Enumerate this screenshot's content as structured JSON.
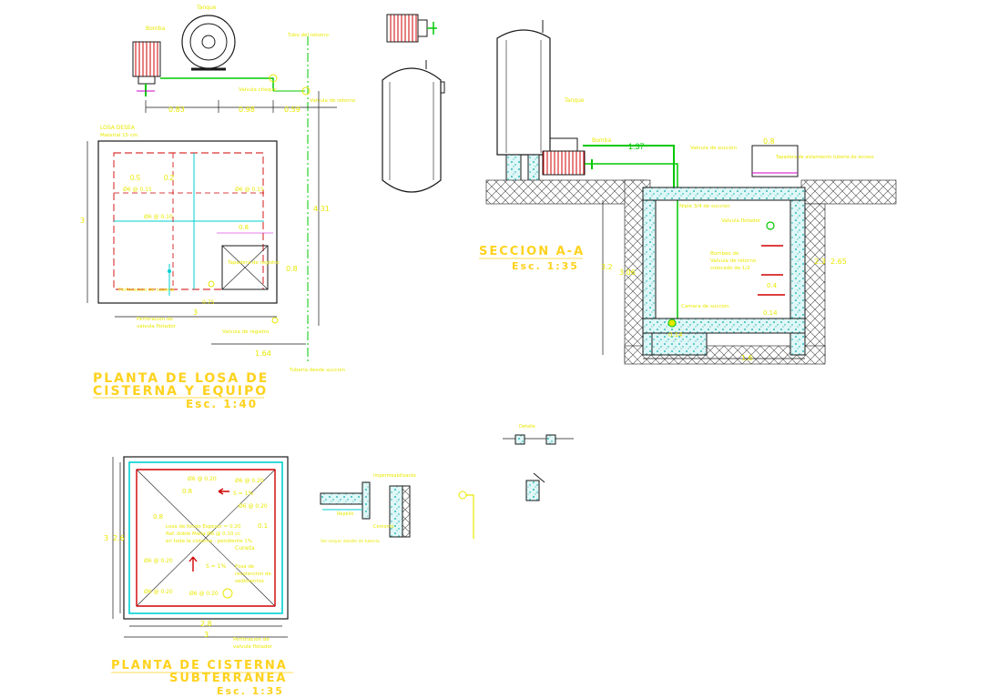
{
  "plan_slab": {
    "title_line1": "PLANTA DE LOSA DE",
    "title_line2": "CISTERNA Y EQUIPO",
    "scale": "Esc. 1:40",
    "labels": {
      "bomba": "Bomba",
      "tanque": "Tanque",
      "tubo_retorno": "Tubo del retorno",
      "valvula_cheque": "Valvula cheque",
      "valvula_retorno": "Valvula de retorno",
      "losa_title": "LOSA DESEA",
      "losa_sub": "Material 15 cm",
      "rebar_center": "Ø6 @ 0.10",
      "rebar_left": "Ø6 @ 0.15",
      "rebar_right": "Ø6 @ 0.15",
      "rebar_vert": "Ø6 @ 0.15",
      "tapadera": "Tapadera de registro",
      "perforacion_left": "Perforacion de tuberia",
      "perforacion_bottom_1": "Perforacion de",
      "perforacion_bottom_2": "valvula flotador",
      "valvula_registro": "Valvula de registro",
      "tuberia_succion": "Tuberia desde succion"
    },
    "dims": {
      "d083": "0.83",
      "d098": "0.98",
      "d059": "0.59",
      "d05": "0.5",
      "d02": "0.2",
      "d08a": "0.8",
      "d08b": "0.8",
      "d3": "3",
      "d431": "4.31",
      "d075": "0.75",
      "d3b": "3",
      "d164": "1.64"
    }
  },
  "section": {
    "title": "SECCION A-A",
    "scale": "Esc. 1:35",
    "labels": {
      "tanque": "Tanque",
      "bomba": "Bomba",
      "valvula_succion": "Valvula de succion",
      "tapadera": "Tapadera de aislamiento tuberia de acceso",
      "niple": "Niple 3/4 de succion",
      "valvula_flotador": "Valvula flotador",
      "bombeo_1": "Bombeo de",
      "bombeo_2": "Valvula de retorno",
      "bombeo_3": "colocado de 1/2",
      "camara": "Camara de succion"
    },
    "dims": {
      "d137": "1.37",
      "d08": "0.8",
      "d32": "3.2",
      "d306": "3.06",
      "d23": "2.3",
      "d265": "2.65",
      "d04": "0.4",
      "d014a": "0.14",
      "d014b": "0.14",
      "d16": "1.6"
    }
  },
  "plan_cistern": {
    "title_line1": "PLANTA DE CISTERNA",
    "title_line2": "SUBTERRANEA",
    "scale": "Esc. 1:35",
    "labels": {
      "rebar_top": "Ø6 @ 0.20",
      "rebar_top2": "Ø6 @ 0.20",
      "rebar_right": "Ø6 @ 0.20",
      "rebar_left": "Ø6 @ 0.20",
      "rebar_bl": "Ø6 @ 0.20",
      "rebar_bottom": "Ø6 @ 0.20",
      "slope_top": "S = 1%",
      "slope_mid": "S = 1%",
      "note_1": "Losa de fondo Espesor = 0.20",
      "note_2": "Ref. doble Malla Ø6 @ 0.10 cc",
      "note_3": "en toda la cisterna - pendiente 1%",
      "cuneta": "Cuneta",
      "fosa_1": "Fosa de",
      "fosa_2": "recoleccion de",
      "fosa_3": "sedimentos",
      "perf_1": "Perforacion de",
      "perf_2": "valvula flotador"
    },
    "dims": {
      "d08a": "0.8",
      "d08b": "0.8",
      "d01": "0.1",
      "d3": "3",
      "d26": "2.6",
      "d28": "2.8",
      "d3b": "3"
    }
  },
  "details": {
    "label_1": "Impermeabilizante",
    "label_2": "Repello",
    "label_3": "Cemento",
    "label_4": "Ver mayor detalle de tuberia",
    "label_5": "Detalle"
  },
  "colors": {
    "line_white": "#1a1a1a",
    "line_green": "#00c800",
    "line_cyan": "#00d0d0",
    "text_yellow": "#e8e800",
    "title_yellow": "#ffd21e",
    "rebar_red": "#d00000",
    "dim_magenta": "#d000d0"
  }
}
